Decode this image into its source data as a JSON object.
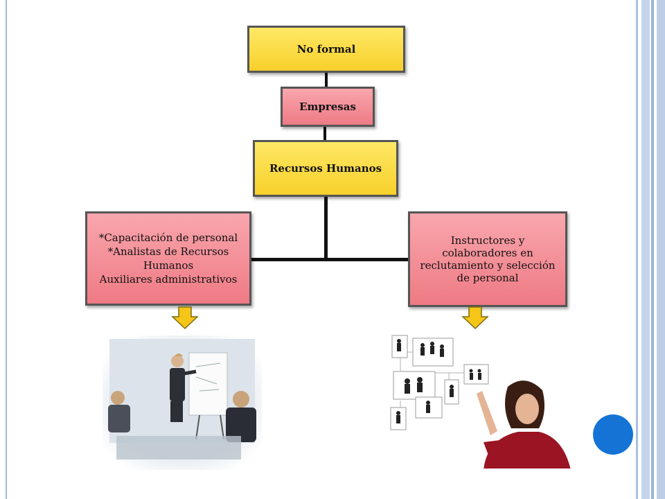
{
  "diagram": {
    "nodes": {
      "root": "No formal",
      "level2": "Empresas",
      "level3": "Recursos Humanos",
      "left_lines": [
        "*Capacitación de personal",
        "*Analistas de Recursos",
        "Humanos",
        "Auxiliares administrativos"
      ],
      "right_lines": [
        "Instructores y",
        "colaboradores en",
        "reclutamiento y selección",
        "de personal"
      ]
    },
    "colors": {
      "yellow": "#f7d02a",
      "pink": "#ee7a84",
      "accent_circle": "#1573d6",
      "arrow": "#f5c518"
    },
    "images": {
      "left": "training-meeting-photo",
      "right": "woman-touching-network-photo"
    }
  }
}
